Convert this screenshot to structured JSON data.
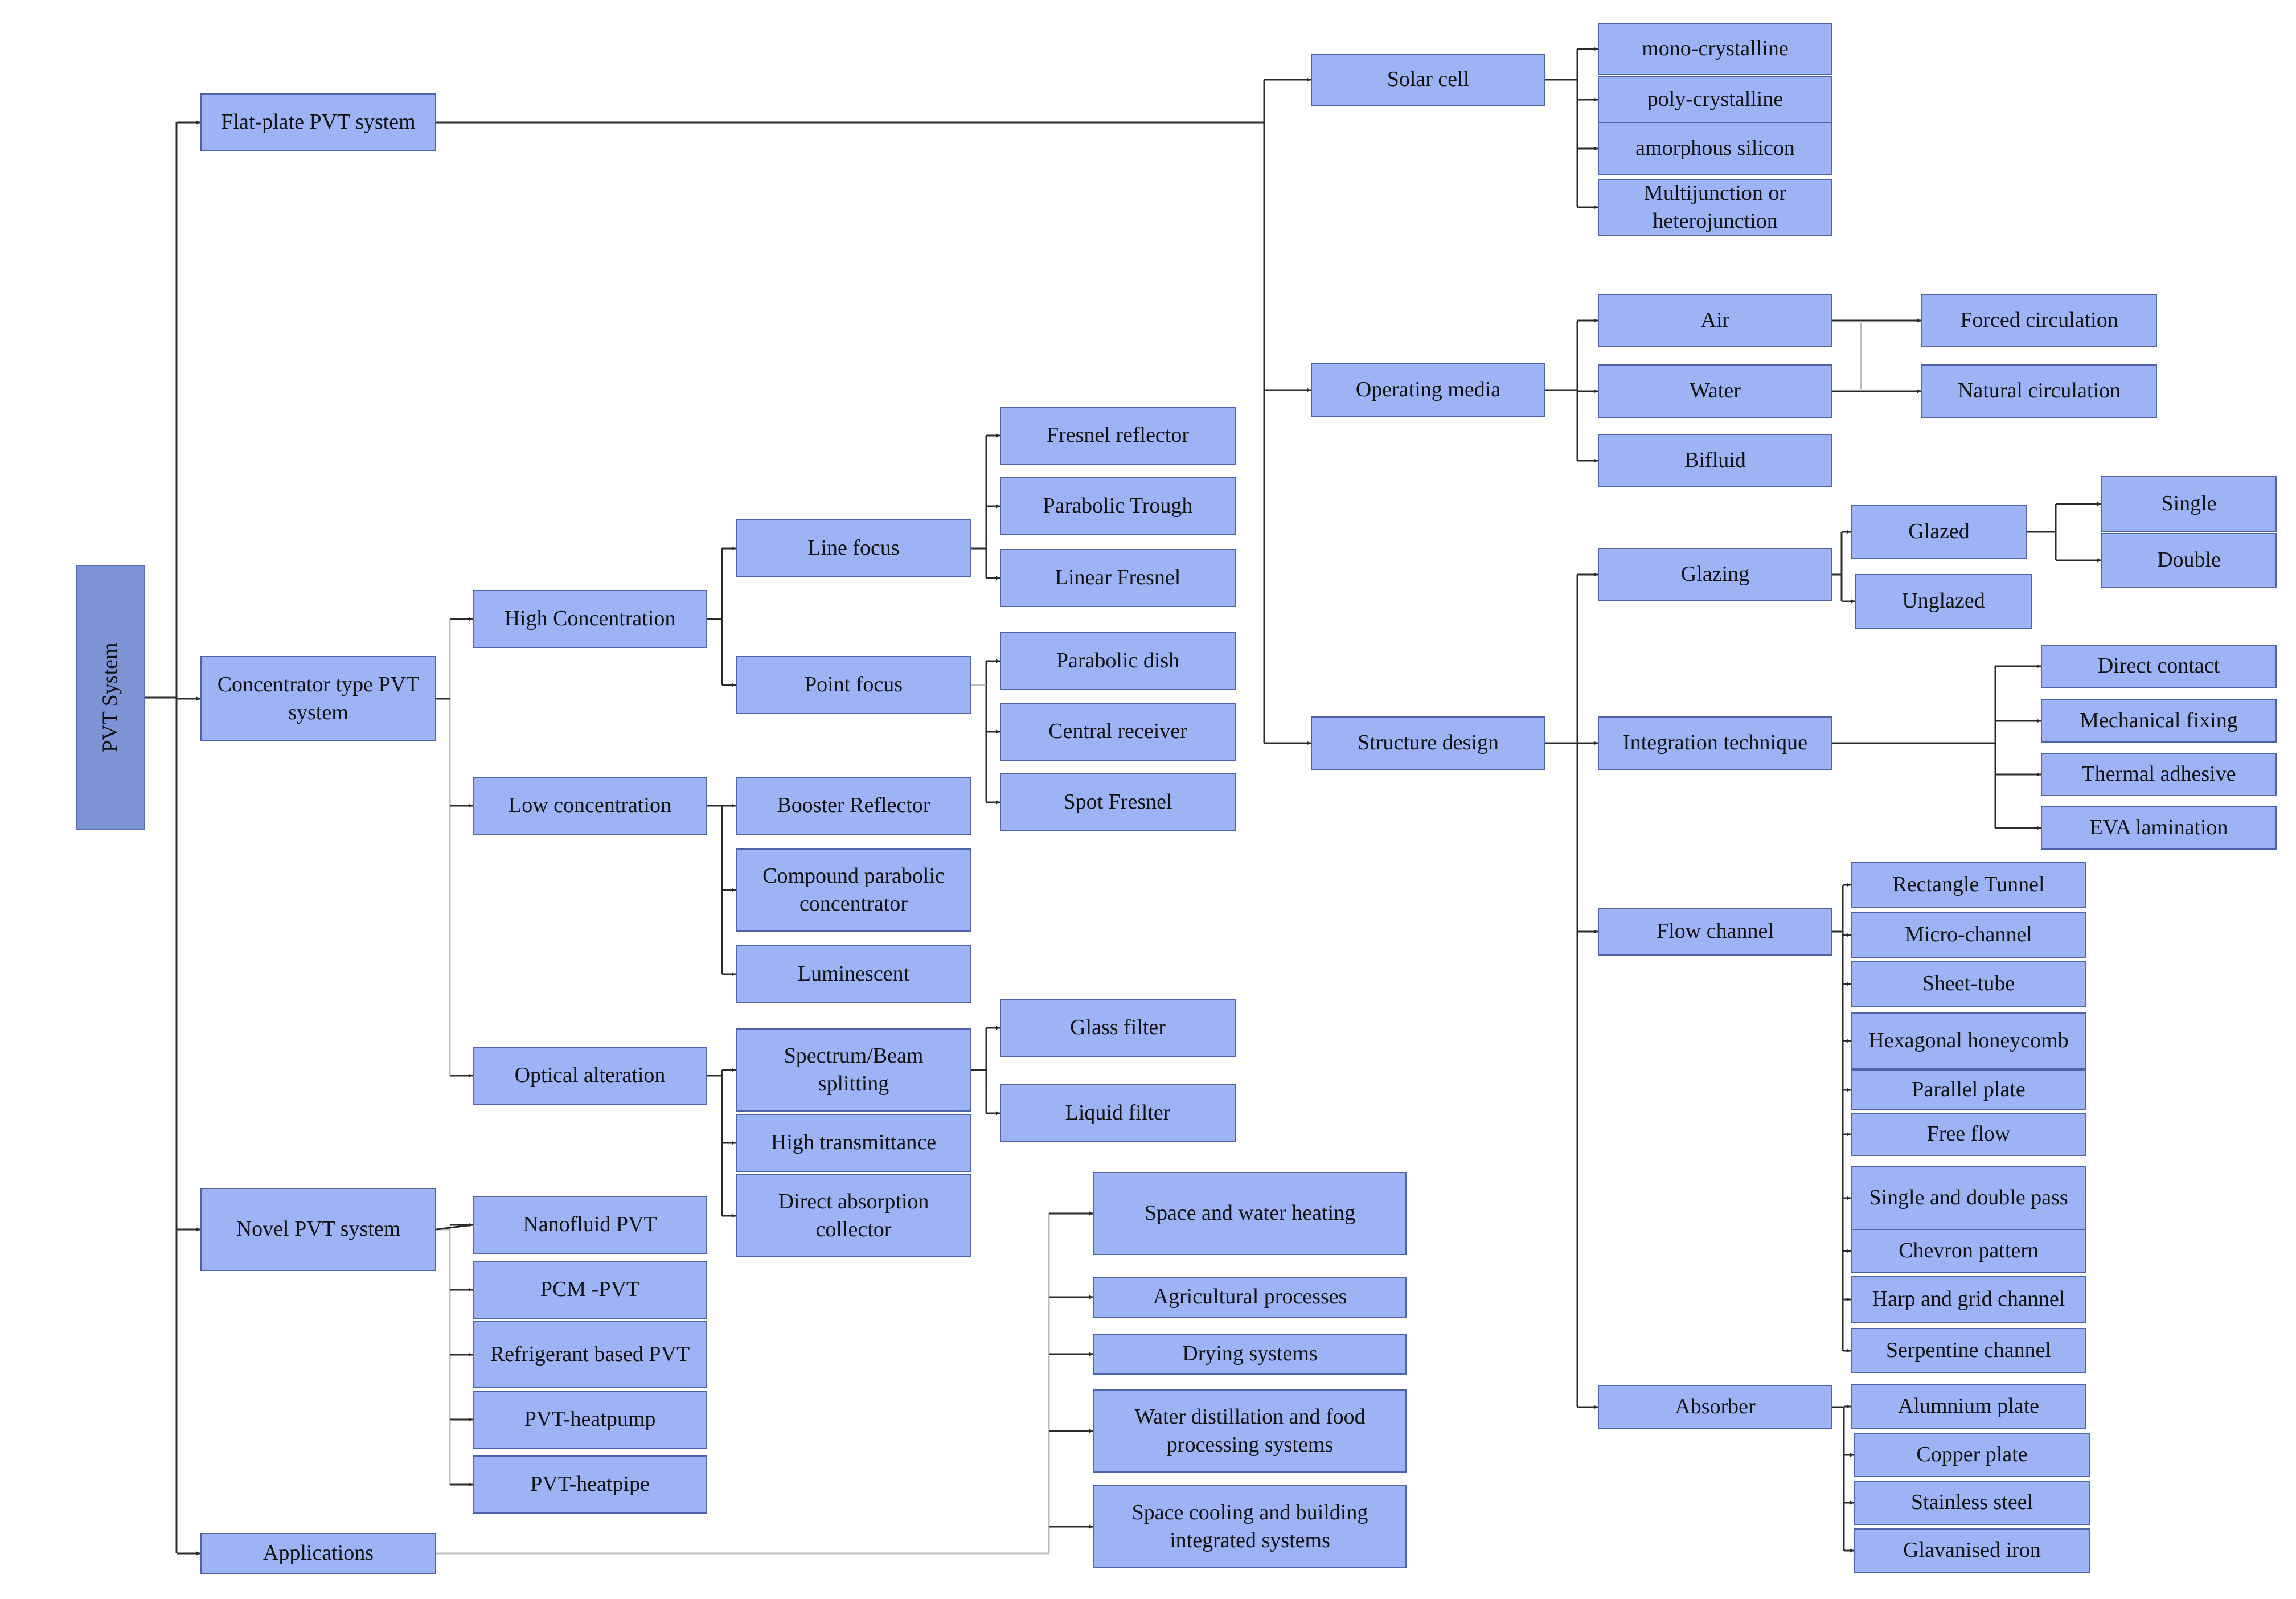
{
  "colors": {
    "box_fill": "#9DB3F5",
    "box_border": "#4F63A8",
    "root_fill": "#7E92D6",
    "line": "#2B2B2B",
    "line_faint": "#BDBDBD"
  },
  "nodes": {
    "root": "PVT System",
    "flat_plate": "Flat-plate PVT system",
    "concentrator": "Concentrator type PVT\nsystem",
    "novel": "Novel PVT system",
    "applications": "Applications",
    "high_conc": "High Concentration",
    "low_conc": "Low concentration",
    "optical": "Optical alteration",
    "line_focus": "Line focus",
    "point_focus": "Point focus",
    "booster": "Booster Reflector",
    "cpc": "Compound parabolic\nconcentrator",
    "luminescent": "Luminescent",
    "spectrum": "Spectrum/Beam\nsplitting",
    "high_trans": "High transmittance",
    "direct_abs": "Direct absorption\ncollector",
    "fresnel_reflector": "Fresnel reflector",
    "parabolic_trough": "Parabolic Trough",
    "linear_fresnel": "Linear Fresnel",
    "parabolic_dish": "Parabolic dish",
    "central_receiver": "Central receiver",
    "spot_fresnel": "Spot Fresnel",
    "glass_filter": "Glass filter",
    "liquid_filter": "Liquid filter",
    "nanofluid": "Nanofluid PVT",
    "pcm": "PCM -PVT",
    "refrigerant": "Refrigerant based PVT",
    "heatpump": "PVT-heatpump",
    "heatpipe": "PVT-heatpipe",
    "app_space_water": "Space and water  heating",
    "app_agri": "Agricultural processes",
    "app_drying": "Drying systems",
    "app_distill": "Water distillation and food\nprocessing systems",
    "app_cooling": "Space cooling and building\nintegrated systems",
    "solar_cell": "Solar cell",
    "operating_media": "Operating media",
    "structure": "Structure design",
    "mono": "mono-crystalline",
    "poly": "poly-crystalline",
    "amorphous": "amorphous silicon",
    "multijunction": "Multijunction or\nheterojunction",
    "air": "Air",
    "water": "Water",
    "bifluid": "Bifluid",
    "forced": "Forced circulation",
    "natural": "Natural circulation",
    "glazing": "Glazing",
    "integration": "Integration technique",
    "flow_channel": "Flow channel",
    "absorber": "Absorber",
    "glazed": "Glazed",
    "unglazed": "Unglazed",
    "single": "Single",
    "double": "Double",
    "direct_contact": "Direct contact",
    "mechanical": "Mechanical fixing",
    "thermal_adhesive": "Thermal adhesive",
    "eva": "EVA lamination",
    "rect_tunnel": "Rectangle Tunnel",
    "micro_channel": "Micro-channel",
    "sheet_tube": "Sheet-tube",
    "hex": "Hexagonal honeycomb",
    "parallel": "Parallel plate",
    "free_flow": "Free flow",
    "single_double": "Single and double pass",
    "chevron": "Chevron pattern",
    "harp": "Harp and grid channel",
    "serpentine": "Serpentine channel",
    "alu": "Alumnium plate",
    "copper": "Copper plate",
    "stainless": "Stainless steel",
    "galv": "Glavanised iron"
  }
}
